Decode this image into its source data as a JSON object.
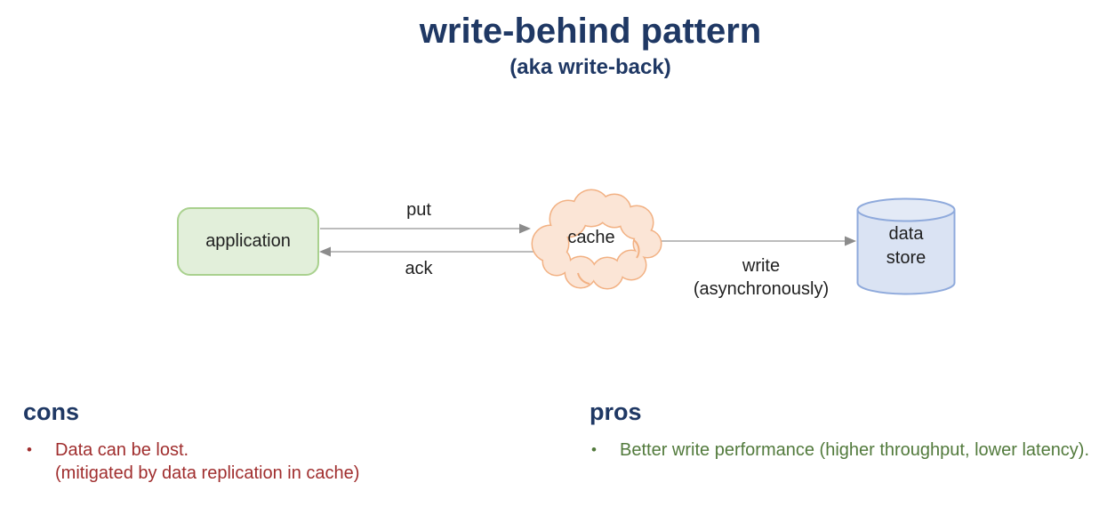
{
  "slide": {
    "title": "write-behind pattern",
    "subtitle": "(aka write-back)"
  },
  "diagram": {
    "application": {
      "label": "application"
    },
    "cache": {
      "label": "cache"
    },
    "datastore": {
      "line1": "data",
      "line2": "store"
    },
    "arrows": {
      "put": "put",
      "ack": "ack",
      "write_line1": "write",
      "write_line2": "(asynchronously)"
    }
  },
  "cons": {
    "heading": "cons",
    "bullet_glyph": "•",
    "item": {
      "line1": "Data can be lost.",
      "line2": "(mitigated by data replication in cache)"
    }
  },
  "pros": {
    "heading": "pros",
    "bullet_glyph": "•",
    "item": {
      "line1": "Better write performance (higher throughput, lower latency)."
    }
  },
  "colors": {
    "heading_navy": "#1f3864",
    "cons_red": "#a02e2e",
    "pros_green": "#527a3c",
    "application_fill": "#e2efda",
    "application_border": "#a9d18e",
    "cache_fill": "#fbe5d6",
    "cache_border": "#f2b183",
    "datastore_fill": "#dae3f3",
    "datastore_border": "#8faadc",
    "arrow_line": "#a6a6a6",
    "arrow_head": "#8c8c8c",
    "label_text": "#1f1f1f"
  }
}
